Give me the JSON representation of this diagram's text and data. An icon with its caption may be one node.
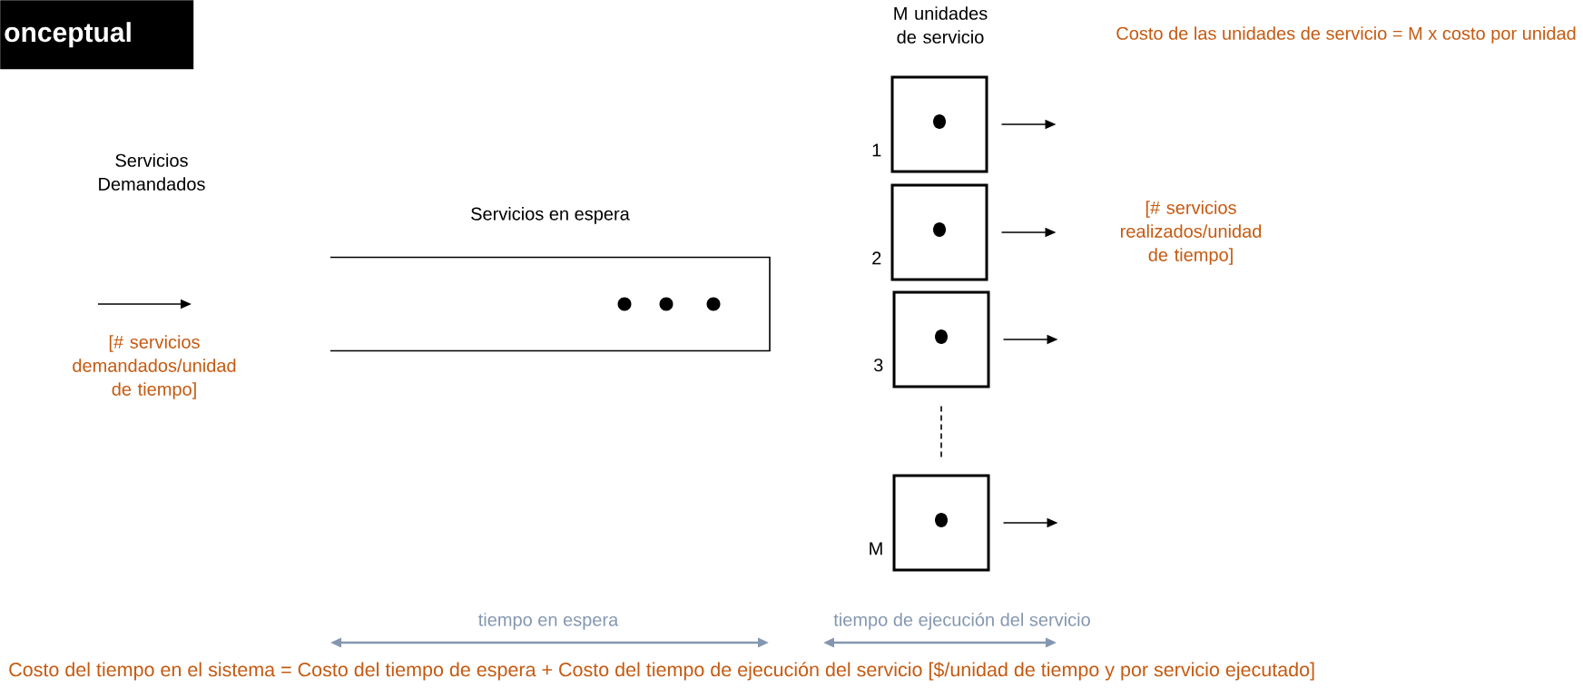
{
  "diagram": {
    "title": "onceptual",
    "nodes": [
      {
        "text": [
          "Servicios en espera"
        ]
      },
      {
        "text": [],
        "shape": "box",
        "beside": [
          "1"
        ]
      },
      {
        "text": [],
        "shape": "box",
        "beside": [
          "2"
        ]
      },
      {
        "text": [],
        "shape": "box",
        "beside": [
          "3"
        ]
      },
      {
        "text": [],
        "shape": "box",
        "beside": [
          "M"
        ]
      }
    ],
    "edges": [
      {
        "from": 1,
        "to": null,
        "arrow": "to"
      },
      {
        "from": 2,
        "to": null,
        "arrow": "to"
      },
      {
        "from": 3,
        "to": null,
        "arrow": "to"
      },
      {
        "from": 4,
        "to": null,
        "arrow": "to"
      },
      {
        "from": 3,
        "to": 4,
        "arrow": "none",
        "style": "dashed"
      }
    ],
    "labels": [
      "Servicios Demandados",
      "[# servicios demandados/unidad de tiempo]",
      "M unidades de servicio",
      "Costo de las unidades de servicio = M x costo por unidad",
      "[# servicios realizados/unidad de tiempo]",
      "tiempo en espera",
      "tiempo de ejecución del servicio",
      "Costo del tiempo en el sistema = Costo del tiempo de espera + Costo del tiempo de ejecución del servicio [$/unidad de tiempo y por servicio ejecutado]"
    ]
  }
}
